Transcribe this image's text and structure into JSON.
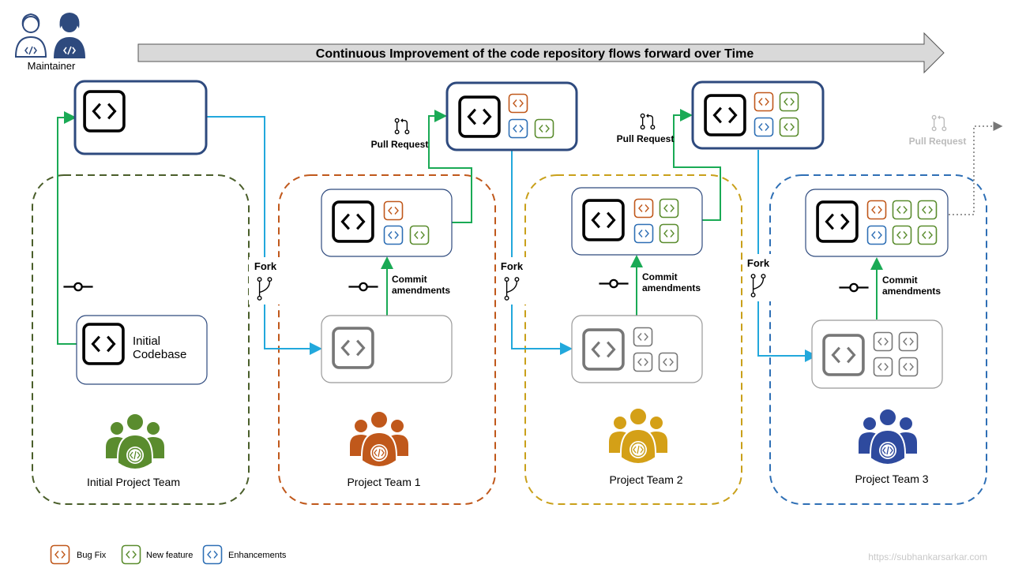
{
  "header": {
    "maintainer_label": "Maintainer",
    "timeline_text": "Continuous  Improvement  of the code repository flows forward over Time"
  },
  "labels": {
    "fork": "Fork",
    "pull_request": "Pull Request",
    "commit_line1": "Commit",
    "commit_line2": "amendments"
  },
  "initial": {
    "codebase_line1": "Initial",
    "codebase_line2": "Codebase",
    "team_label": "Initial  Project Team"
  },
  "teams": [
    {
      "label": "Project Team 1"
    },
    {
      "label": "Project Team 2"
    },
    {
      "label": "Project Team 3"
    }
  ],
  "legend": {
    "bug_fix": "Bug Fix",
    "new_feature": "New feature",
    "enhancements": "Enhancements"
  },
  "footer": {
    "url": "https://subhankarsarkar.com"
  },
  "colors": {
    "maintainer_box": "#2e4a7e",
    "initial_team": "#4a5e2a",
    "team1": "#c0581b",
    "team2": "#c9a01a",
    "team3": "#2e6fb5",
    "fork_line": "#22a8dc",
    "pr_line": "#1aaa55",
    "bug_fix": "#c0581b",
    "new_feature": "#5a8c2e",
    "enhancements": "#2e6fb5",
    "grey": "#777777"
  }
}
